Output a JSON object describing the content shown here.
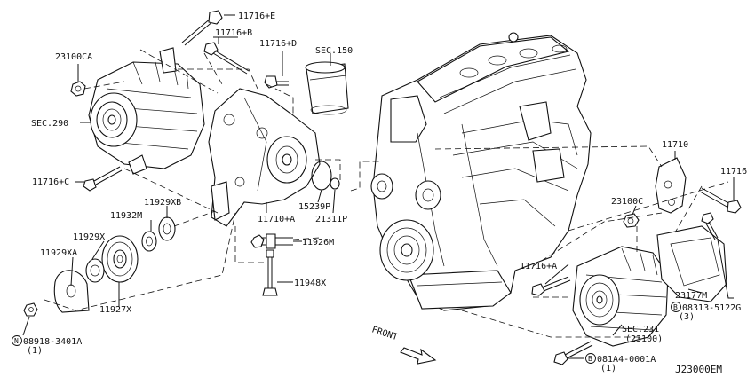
{
  "diagram_id": "J23000EM",
  "front_label": "FRONT",
  "labels": {
    "l_11716E": "11716+E",
    "l_11716B": "11716+B",
    "l_11716D": "11716+D",
    "l_sec150": "SEC.150",
    "l_23100CA": "23100CA",
    "l_sec290": "SEC.290",
    "l_11716C": "11716+C",
    "l_11929XB": "11929XB",
    "l_11932M": "11932M",
    "l_11929X": "11929X",
    "l_11929XA": "11929XA",
    "l_11927X": "11927X",
    "l_15239P": "15239P",
    "l_21311P": "21311P",
    "l_11710A": "11710+A",
    "l_11926M": "11926M",
    "l_11948X": "11948X",
    "l_11710": "11710",
    "l_11716": "11716",
    "l_23100C": "23100C",
    "l_11716A": "11716+A",
    "l_23177M": "23177M",
    "l_08313": "08313-5122G",
    "l_08313q": "(3)",
    "l_sec231": "SEC.231",
    "l_23100": "(23100)",
    "l_081A4": "081A4-0001A",
    "l_081A4q": "(1)",
    "l_08918": "08918-3401A",
    "l_08918q": "(1)"
  },
  "markers": {
    "m_N": "N",
    "m_B1": "B",
    "m_B2": "B"
  }
}
